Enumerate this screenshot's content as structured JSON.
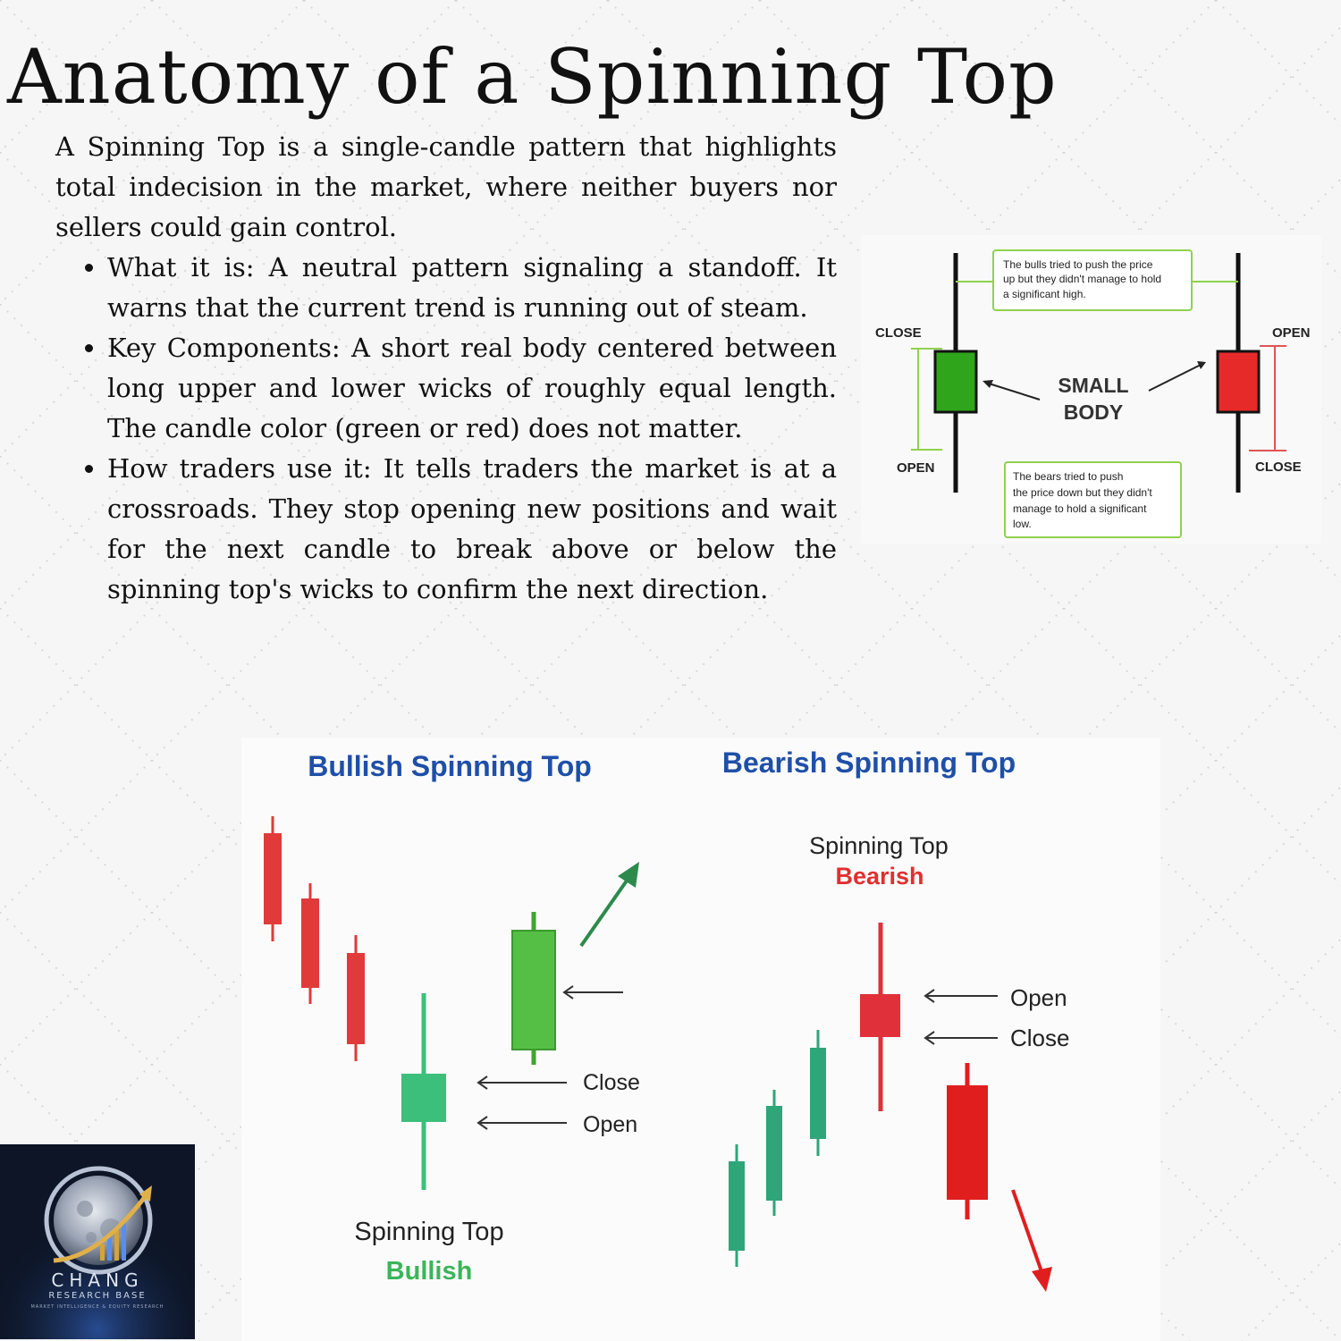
{
  "title": "Anatomy of a Spinning Top",
  "intro": "A Spinning Top is a single-candle pattern that highlights total indecision in the market, where neither buyers nor sellers could gain control.",
  "bullets": [
    "What it is: A neutral pattern signaling a standoff. It warns that the current trend is running out of steam.",
    "Key Components: A short real body centered between long upper and lower wicks of roughly equal length. The candle color (green or red) does not matter.",
    "How traders use it: It tells traders the market is at a crossroads. They stop opening new positions and wait for the next candle to break above or below the spinning top's wicks to confirm the next direction."
  ],
  "anatomy": {
    "left_top_label": "CLOSE",
    "left_bottom_label": "OPEN",
    "right_top_label": "OPEN",
    "right_bottom_label": "CLOSE",
    "center_line1": "SMALL",
    "center_line2": "BODY",
    "bulls_note": [
      "The bulls tried to push the price",
      "up but they didn't manage to hold",
      "a significant high."
    ],
    "bears_note": [
      "The bears tried to push",
      "the price down but they didn't",
      "manage to hold a significant",
      "low."
    ]
  },
  "bullish": {
    "heading": "Bullish Spinning Top",
    "close_label": "Close",
    "open_label": "Open",
    "caption1": "Spinning Top",
    "caption2": "Bullish"
  },
  "bearish": {
    "heading": "Bearish Spinning Top",
    "caption1": "Spinning Top",
    "caption2": "Bearish",
    "open_label": "Open",
    "close_label": "Close"
  },
  "logo": {
    "title": "CHANG",
    "subtitle": "RESEARCH BASE",
    "tagline": "MARKET INTELLIGENCE & EQUITY RESEARCH"
  },
  "colors": {
    "bull_green": "#2ea51b",
    "bear_red": "#e62a2a",
    "heading_blue": "#1f4fa8",
    "callout_green": "#8fd14f",
    "chart_red": "#e03a3a",
    "chart_green": "#54bf44",
    "chart_teal": "#3bbf7a",
    "bearish_text_red": "#e03030",
    "bullish_text_green": "#3bb55a"
  }
}
